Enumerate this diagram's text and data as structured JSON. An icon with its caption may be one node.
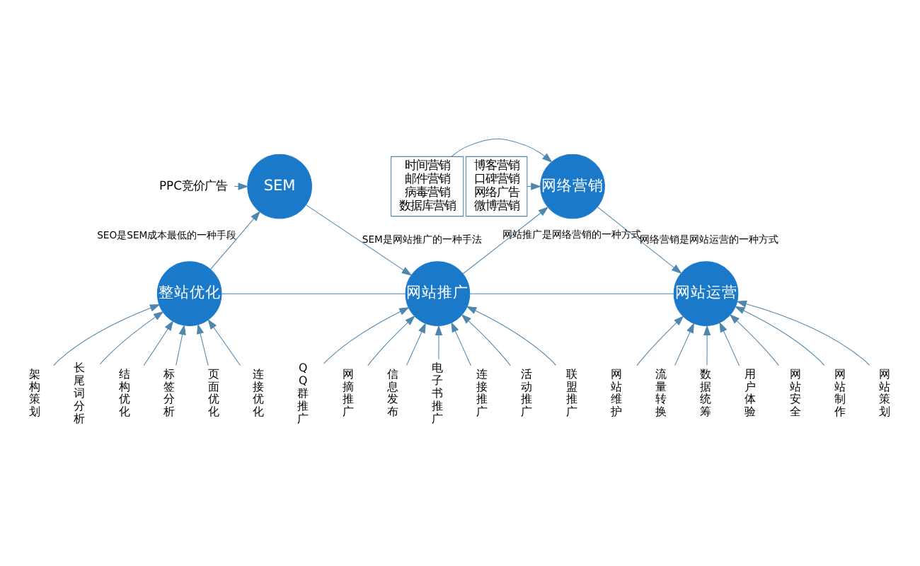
{
  "diagram": {
    "nodes": [
      {
        "text": [
          "SEM"
        ]
      },
      {
        "text": [
          "网络营销"
        ]
      },
      {
        "text": [
          "整站优化"
        ]
      },
      {
        "text": [
          "网站推广"
        ]
      },
      {
        "text": [
          "网站运营"
        ]
      },
      {
        "text": [
          "PPC竞价广告"
        ]
      },
      {
        "text": [
          "博客营销",
          "口碑营销",
          "网络广告",
          "微博营销"
        ]
      },
      {
        "text": [
          "时间营销",
          "邮件营销",
          "病毒营销",
          "数据库营销"
        ]
      },
      {
        "text": [
          "架构策划"
        ]
      },
      {
        "text": [
          "长尾词分析"
        ]
      },
      {
        "text": [
          "结构优化"
        ]
      },
      {
        "text": [
          "标签分析"
        ]
      },
      {
        "text": [
          "页面优化"
        ]
      },
      {
        "text": [
          "连接优化"
        ]
      },
      {
        "text": [
          "QQ群推广"
        ]
      },
      {
        "text": [
          "网摘推广"
        ]
      },
      {
        "text": [
          "信息发布"
        ]
      },
      {
        "text": [
          "电子书推广"
        ]
      },
      {
        "text": [
          "连接推广"
        ]
      },
      {
        "text": [
          "活动推广"
        ]
      },
      {
        "text": [
          "联盟推广"
        ]
      },
      {
        "text": [
          "网站维护"
        ]
      },
      {
        "text": [
          "流量转换"
        ]
      },
      {
        "text": [
          "数据统筹"
        ]
      },
      {
        "text": [
          "用户体验"
        ]
      },
      {
        "text": [
          "网站安全"
        ]
      },
      {
        "text": [
          "网站制作"
        ]
      },
      {
        "text": [
          "网站策划"
        ]
      }
    ],
    "edges": [
      {
        "from": 2,
        "to": 0,
        "arrow": "to",
        "label": "SEO是SEM成本最低的一种手段"
      },
      {
        "from": 0,
        "to": 3,
        "arrow": "to",
        "label": "SEM是网站推广的一种手法"
      },
      {
        "from": 3,
        "to": 1,
        "arrow": "to",
        "label": "网站推广是网络营销的一种方式"
      },
      {
        "from": 1,
        "to": 4,
        "arrow": "to",
        "label": "网络营销是网站运营的一种方式"
      },
      {
        "from": 2,
        "to": 3,
        "arrow": "none"
      },
      {
        "from": 3,
        "to": 4,
        "arrow": "none"
      },
      {
        "from": 5,
        "to": 0,
        "arrow": "to"
      },
      {
        "from": 6,
        "to": 1,
        "arrow": "to"
      },
      {
        "from": 7,
        "to": 1,
        "arrow": "to"
      },
      {
        "from": 8,
        "to": 2,
        "arrow": "to"
      },
      {
        "from": 9,
        "to": 2,
        "arrow": "to"
      },
      {
        "from": 10,
        "to": 2,
        "arrow": "to"
      },
      {
        "from": 11,
        "to": 2,
        "arrow": "to"
      },
      {
        "from": 12,
        "to": 2,
        "arrow": "to"
      },
      {
        "from": 13,
        "to": 2,
        "arrow": "to"
      },
      {
        "from": 14,
        "to": 3,
        "arrow": "to"
      },
      {
        "from": 15,
        "to": 3,
        "arrow": "to"
      },
      {
        "from": 16,
        "to": 3,
        "arrow": "to"
      },
      {
        "from": 17,
        "to": 3,
        "arrow": "to"
      },
      {
        "from": 18,
        "to": 3,
        "arrow": "to"
      },
      {
        "from": 19,
        "to": 3,
        "arrow": "to"
      },
      {
        "from": 20,
        "to": 3,
        "arrow": "to"
      },
      {
        "from": 21,
        "to": 4,
        "arrow": "to"
      },
      {
        "from": 22,
        "to": 4,
        "arrow": "to"
      },
      {
        "from": 23,
        "to": 4,
        "arrow": "to"
      },
      {
        "from": 24,
        "to": 4,
        "arrow": "to"
      },
      {
        "from": 25,
        "to": 4,
        "arrow": "to"
      },
      {
        "from": 26,
        "to": 4,
        "arrow": "to"
      },
      {
        "from": 27,
        "to": 4,
        "arrow": "to"
      }
    ]
  }
}
